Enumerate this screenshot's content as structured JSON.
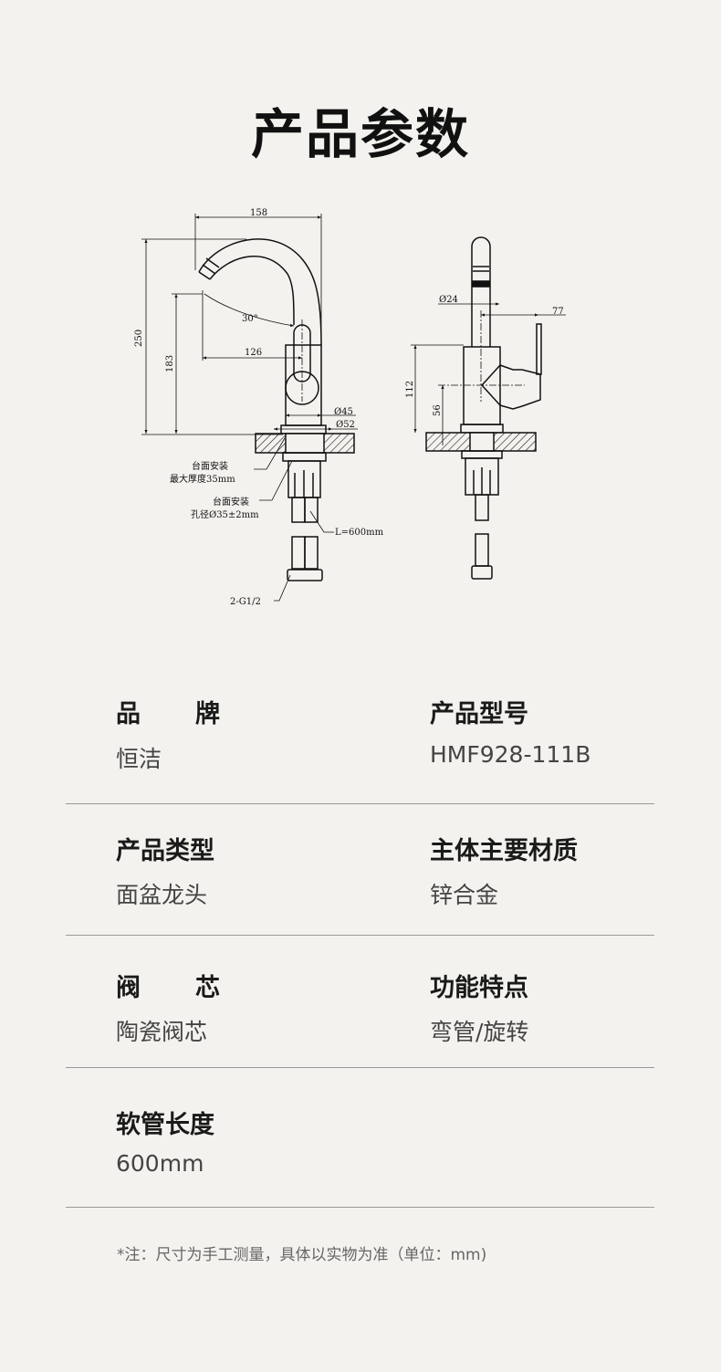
{
  "title": "产品参数",
  "drawing": {
    "dims": {
      "width_158": "158",
      "height_250": "250",
      "height_183": "183",
      "angle": "30°",
      "reach_126": "126",
      "dia_45": "Ø45",
      "dia_52": "Ø52",
      "dia_24": "Ø24",
      "len_77": "77",
      "height_112": "112",
      "height_56": "56"
    },
    "annotations": {
      "mount_thickness_1": "台面安装",
      "mount_thickness_2": "最大厚度35mm",
      "mount_hole_1": "台面安装",
      "mount_hole_2": "孔径Ø35±2mm",
      "hose_length": "L=600mm",
      "thread": "2-G1/2"
    }
  },
  "specs": [
    {
      "label": "品牌",
      "value": "恒洁"
    },
    {
      "label": "产品型号",
      "value": "HMF928-111B"
    },
    {
      "label": "产品类型",
      "value": "面盆龙头"
    },
    {
      "label": "主体主要材质",
      "value": "锌合金"
    },
    {
      "label": "阀芯",
      "value": "陶瓷阀芯"
    },
    {
      "label": "功能特点",
      "value": "弯管/旋转"
    },
    {
      "label": "软管长度",
      "value": "600mm"
    }
  ],
  "note": "*注：尺寸为手工测量，具体以实物为准（单位：mm)"
}
